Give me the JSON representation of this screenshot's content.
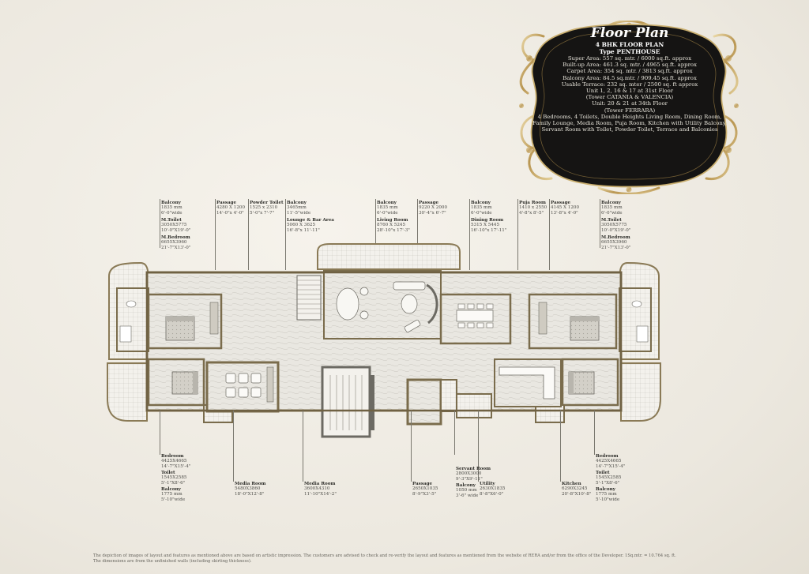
{
  "header": {
    "title": "Floor Plan",
    "subtitle": "4 BHK FLOOR PLAN",
    "type": "Type PENTHOUSE",
    "lines": [
      "Super Area: 557 sq. mtr. / 6000 sq.ft. approx",
      "Built-up Area: 461.3 sq. mtr. / 4965 sq.ft. approx",
      "Carpet Area: 354 sq. mtr. / 3813 sq.ft. approx",
      "Balcony Area: 84.5 sq.mtr. / 909.45 sq.ft. approx",
      "Usable Terrace: 232 sq. mter / 2500 sq. ft approx",
      "Unit 1, 2, 16 & 17 at 31st Floor",
      "(Tower CATANIA & VALENCIA)",
      "Unit: 20 & 21 at 34th Floor",
      "(Tower FERRARA)"
    ],
    "description": "4 Bedrooms, 4 Toilets, Double Heights Living Room, Dining Room, Family Lounge, Media Room, Puja Room, Kitchen with Utility Balcony, Servant Room with Toilet, Powder Toilet, Terrace and Balconies"
  },
  "labels_top": [
    {
      "title": "Balcony",
      "dims": [
        "1835 mm",
        "6'-0\"wide"
      ]
    },
    {
      "title": "M.Toilet",
      "dims": [
        "3050X5775",
        "10'-0\"X19'-0\""
      ]
    },
    {
      "title": "M.Bedroom",
      "dims": [
        "6655X3960",
        "21'-7\"X13'-0\""
      ]
    },
    {
      "title": "Passage",
      "dims": [
        "4280 X 1200",
        "14'-0\"x 4'-0\""
      ]
    },
    {
      "title": "Powder Toilet",
      "dims": [
        "1525 x 2310",
        "5'-0\"x 7'-7\""
      ]
    },
    {
      "title": "Balcony",
      "dims": [
        "3465mm",
        "11'-5\"wide"
      ]
    },
    {
      "title": "Lounge & Bar Area",
      "dims": [
        "5060 X 3625",
        "16'-8\"x 11'-11\""
      ]
    },
    {
      "title": "Balcony",
      "dims": [
        "1835 mm",
        "6'-0\"wide"
      ]
    },
    {
      "title": "Living Room",
      "dims": [
        "8760 X 5245",
        "28'-10\"x 17'-3\""
      ]
    },
    {
      "title": "Passage",
      "dims": [
        "9220 X 2000",
        "30'-4\"x 6'-7\""
      ]
    },
    {
      "title": "Balcony",
      "dims": [
        "1835 mm",
        "6'-0\"wide"
      ]
    },
    {
      "title": "Dining Room",
      "dims": [
        "5315 X 5445",
        "16'-10\"x 17'-11\""
      ]
    },
    {
      "title": "Puja Room",
      "dims": [
        "1410 x 2550",
        "4'-8\"x 8'-5\""
      ]
    },
    {
      "title": "Passage",
      "dims": [
        "4145 X 1200",
        "13'-8\"x 4'-0\""
      ]
    },
    {
      "title": "Balcony",
      "dims": [
        "1835 mm",
        "6'-0\"wide"
      ]
    },
    {
      "title": "M.Toilet",
      "dims": [
        "3050X5775",
        "10'-0\"X19'-0\""
      ]
    },
    {
      "title": "M.Bedroom",
      "dims": [
        "6655X3960",
        "21'-7\"X13'-0\""
      ]
    }
  ],
  "labels_bottom": [
    {
      "title": "Bedroom",
      "dims": [
        "4425X4665",
        "14'-7\"X15'-4\""
      ]
    },
    {
      "title": "Toilet",
      "dims": [
        "1545X2585",
        "5'-1\"X8'-6\""
      ]
    },
    {
      "title": "Balcony",
      "dims": [
        "1775 mm",
        "5'-10\"wide"
      ]
    },
    {
      "title": "Media Room",
      "dims": [
        "5480X3860",
        "18'-0\"X12'-8\""
      ]
    },
    {
      "title": "Media Room",
      "dims": [
        "3600X4310",
        "11'-10\"X14'-2\""
      ]
    },
    {
      "title": "Passage",
      "dims": [
        "2650X1035",
        "8'-9\"X3'-5\""
      ]
    },
    {
      "title": "Servant Room",
      "dims": [
        "2800X3000",
        "9'-3\"X9'-11\""
      ]
    },
    {
      "title": "Balcony",
      "dims": [
        "1050 mm",
        "3'-6\" wide"
      ]
    },
    {
      "title": "Utility",
      "dims": [
        "2630X1835",
        "8'-8\"X6'-0\""
      ]
    },
    {
      "title": "Kitchen",
      "dims": [
        "6290X3245",
        "20'-8\"X10'-8\""
      ]
    },
    {
      "title": "Bedroom",
      "dims": [
        "4425X4665",
        "14'-7\"X15'-4\""
      ]
    },
    {
      "title": "Toilet",
      "dims": [
        "1545X2585",
        "5'-1\"X8'-6\""
      ]
    },
    {
      "title": "Balcony",
      "dims": [
        "1775 mm",
        "5'-10\"wide"
      ]
    }
  ],
  "disclaimer": [
    "The depiction of images of layout and features as mentioned above are based on artistic impression. The customers are advised to check and re-verify the layout and features as mentioned from the website of RERA and/or from the office of the Developer. 1Sq.mtr. = 10.764 sq. ft.",
    "The dimensions are from the unfinished walls (including skirting thickness)."
  ]
}
